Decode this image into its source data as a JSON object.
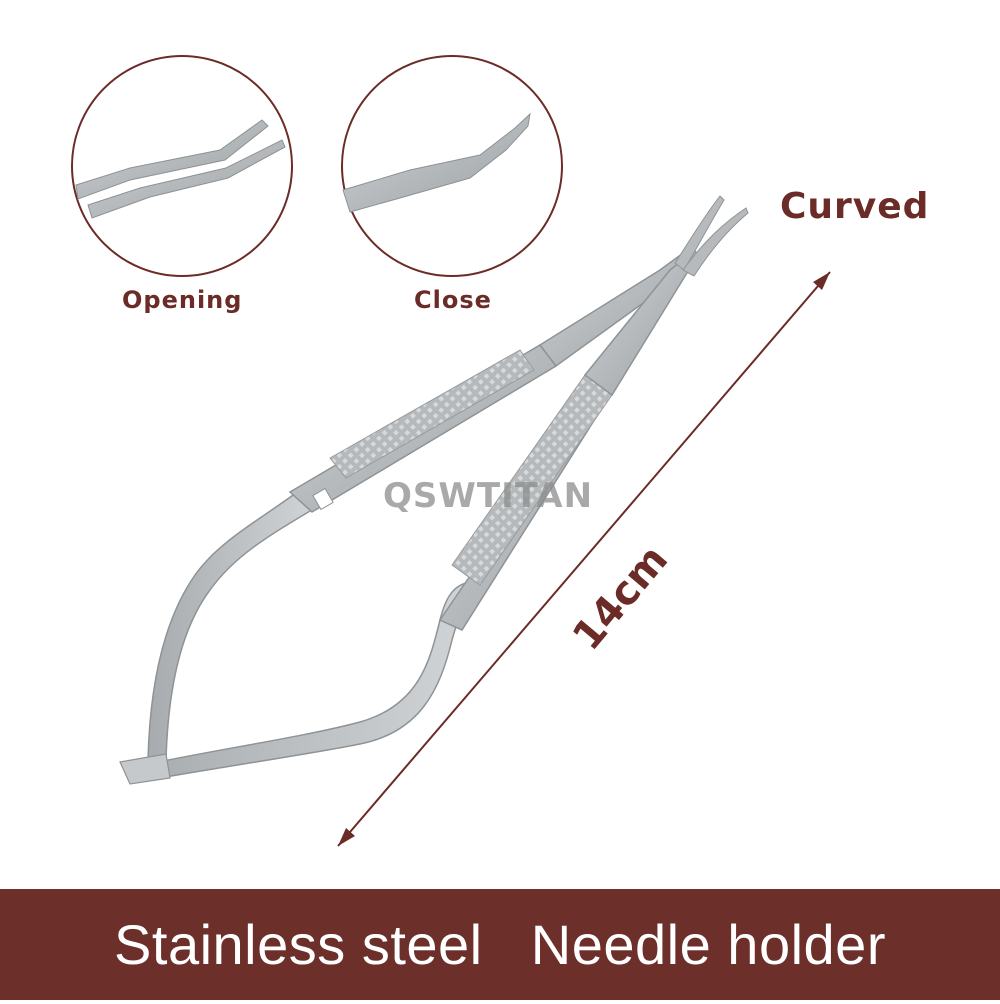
{
  "labels": {
    "opening": "Opening",
    "close": "Close",
    "curved": "Curved",
    "length": "14cm",
    "watermark": "QSWTITAN"
  },
  "banner": {
    "title": "Stainless steel   Needle holder"
  },
  "colors": {
    "accent": "#6d2f2a",
    "steel": "#bfc2c4",
    "background": "#ffffff"
  }
}
